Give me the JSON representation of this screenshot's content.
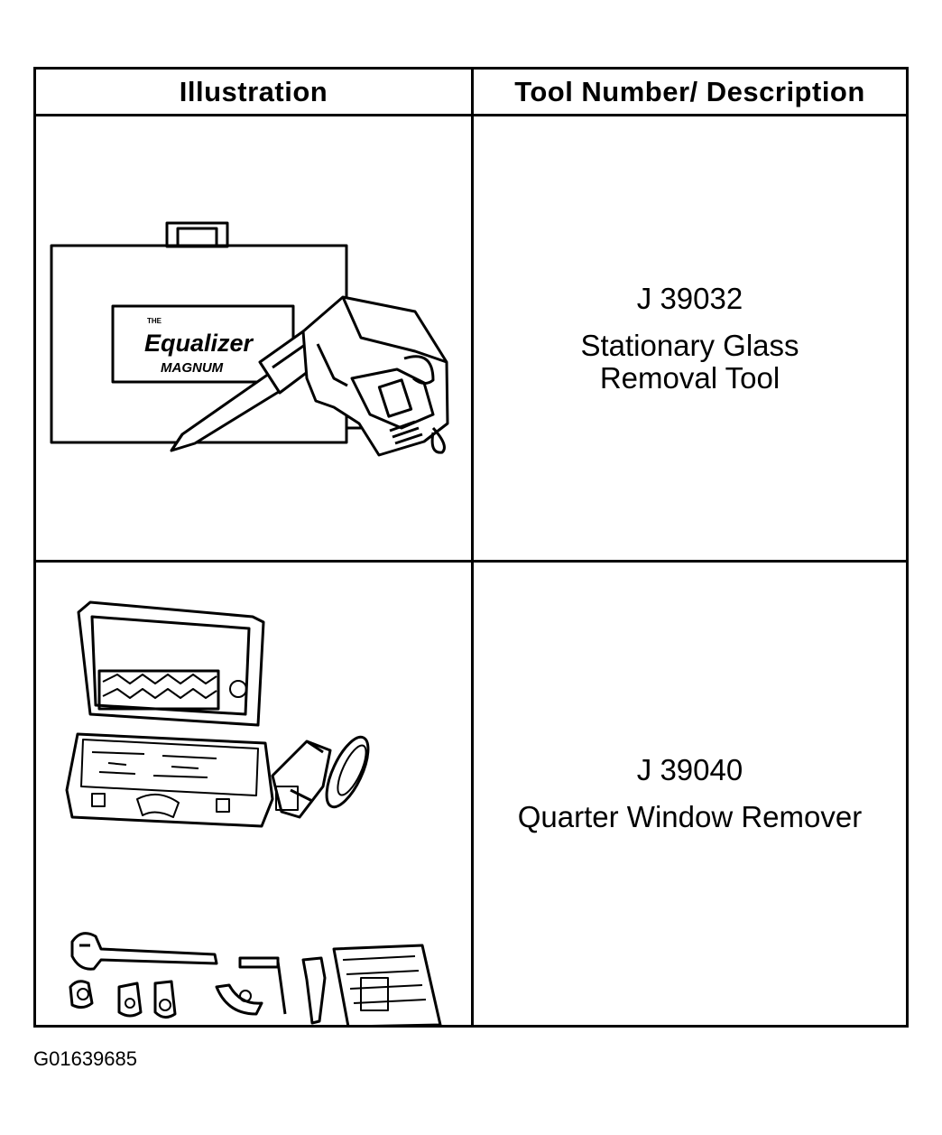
{
  "table": {
    "header_illustration": "Illustration",
    "header_tool": "Tool Number/ Description",
    "rows": [
      {
        "tool_number": "J 39032",
        "description_line1": "Stationary Glass",
        "description_line2": "Removal Tool",
        "illustration_text": {
          "small": "THE",
          "brand": "Equalizer",
          "sub": "MAGNUM"
        }
      },
      {
        "tool_number": "J 39040",
        "description_line1": "Quarter Window Remover",
        "description_line2": ""
      }
    ]
  },
  "figure_id": "G01639685"
}
